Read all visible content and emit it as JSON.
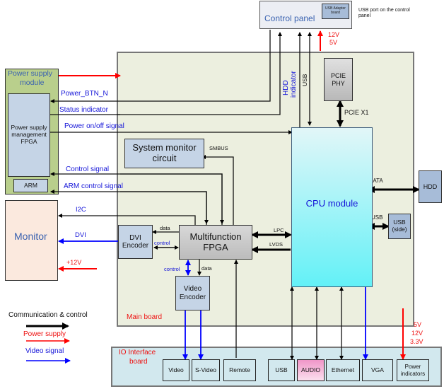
{
  "colors": {
    "communication": "#000000",
    "power": "#ff0000",
    "video": "#0000ff",
    "main_board_fill": "#ecefdf",
    "psu_fill": "#b9cf8c",
    "block_fill": "#c5d4e6",
    "fpga_fill": "#c8c8c8",
    "cpu_fill_top": "#e2f6f8",
    "cpu_fill_bottom": "#63f1f7",
    "monitor_fill": "#fbe9de",
    "io_board_fill": "#d2e8ee",
    "audio_fill": "#f096c8"
  },
  "control_panel": {
    "title": "Control panel",
    "usb_adapter": "USB Adapter board",
    "note": "USB port on the control panel",
    "power_label_1": "12V",
    "power_label_2": "5V"
  },
  "psu": {
    "title_line1": "Power supply",
    "title_line2": "module",
    "fpga": "Power supply management FPGA",
    "arm": "ARM"
  },
  "signals": {
    "power_btn": "Power_BTN_N",
    "status": "Status indicator",
    "power_onoff": "Power on/off signal",
    "control": "Control signal",
    "arm_control": "ARM control signal",
    "i2c": "I2C",
    "dvi": "DVI",
    "plus12v": "+12V",
    "hdd_indicator_1": "HDD",
    "hdd_indicator_2": "indicator",
    "usb_vertical": "USB",
    "pcie_x1": "PCIE X1",
    "smbus": "SMBUS",
    "data_dvi": "data",
    "control_dvi": "control",
    "lpc": "LPC",
    "lvds": "LVDS",
    "control_video": "control",
    "data_video": "data",
    "sata": "SATA",
    "usb_side": "USB",
    "io_power_1": "5V",
    "io_power_2": "12V",
    "io_power_3": "3.3V"
  },
  "blocks": {
    "monitor": "Monitor",
    "pcie_phy_1": "PCIE",
    "pcie_phy_2": "PHY",
    "system_monitor_1": "System monitor",
    "system_monitor_2": "circuit",
    "cpu": "CPU module",
    "dvi_encoder_1": "DVI",
    "dvi_encoder_2": "Encoder",
    "fpga_1": "Multifunction",
    "fpga_2": "FPGA",
    "video_encoder_1": "Video",
    "video_encoder_2": "Encoder",
    "hdd": "HDD",
    "usb_side_1": "USB",
    "usb_side_2": "(side)",
    "main_board": "Main board"
  },
  "io_board": {
    "title_1": "IO Interface",
    "title_2": "board",
    "ports": [
      "Video",
      "S-Video",
      "Remote",
      "USB",
      "AUDIO",
      "Ethernet",
      "VGA",
      "Power indicators"
    ]
  },
  "legend": {
    "communication": "Communication & control",
    "power": "Power supply",
    "video": "Video signal"
  }
}
